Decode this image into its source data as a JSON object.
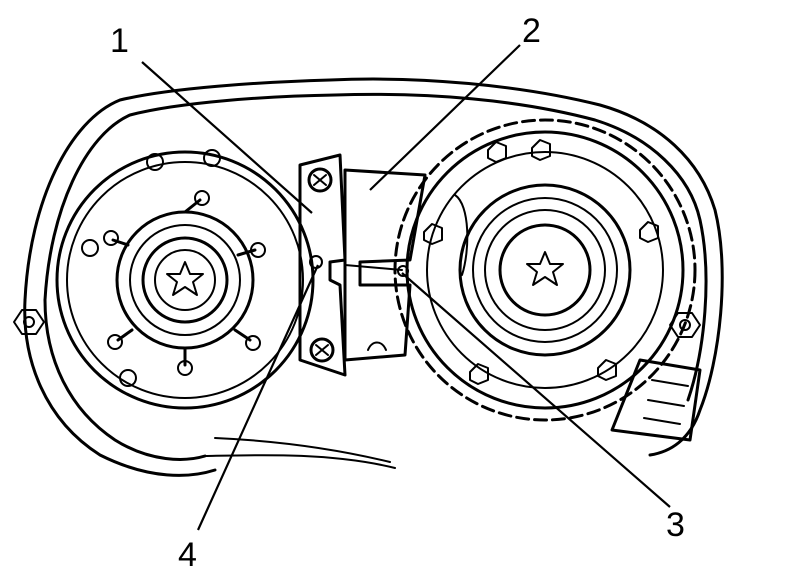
{
  "figure": {
    "callouts": [
      "1",
      "2",
      "3",
      "4"
    ],
    "colors": {
      "line": "#000000",
      "background": "#ffffff",
      "tool_fill": "#d9d9d9"
    }
  }
}
